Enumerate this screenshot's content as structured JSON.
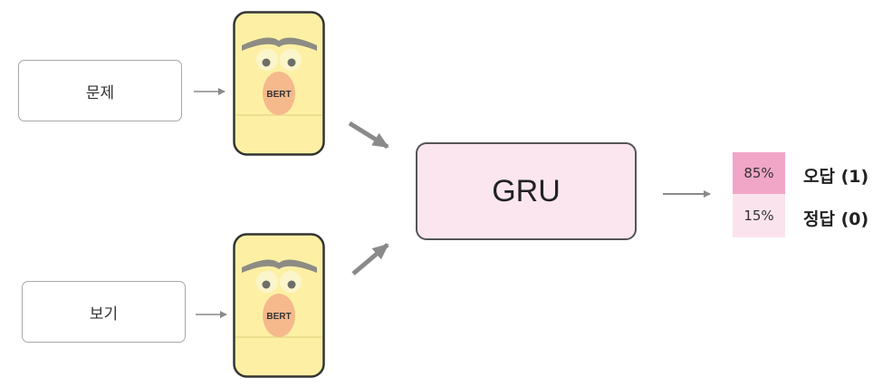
{
  "inputs": {
    "problem": "문제",
    "choices": "보기"
  },
  "encoders": {
    "top_label": "BERT",
    "bottom_label": "BERT"
  },
  "model": {
    "label": "GRU"
  },
  "output": {
    "wrong": {
      "percent": "85%",
      "label": "오답 (1)"
    },
    "right": {
      "percent": "15%",
      "label": "정답 (0)"
    }
  },
  "colors": {
    "bert_body": "#fdf0a4",
    "bert_nose": "#f5b98c",
    "brow": "#8c8c84",
    "gru_fill": "#fbe6f0",
    "wrong_fill": "#f1a6c7",
    "right_fill": "#fbe3ee",
    "arrow": "#8a8a8a"
  }
}
